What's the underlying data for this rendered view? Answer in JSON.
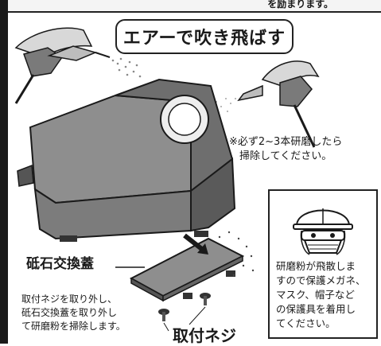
{
  "header": {
    "partial_text": "を励まります。"
  },
  "speech_bubble": {
    "text": "エアーで吹き飛ばす"
  },
  "note_right": {
    "line1": "※必ず2~3本研磨したら",
    "line2": "掃除してください。"
  },
  "label_grindstone_cover": "砥石交換蓋",
  "bottom_instruction": {
    "line1": "取付ネジを取り外し、",
    "line2": "砥石交換蓋を取り外し",
    "line3": "て研磨粉を掃除します。"
  },
  "label_mounting_screw": "取付ネジ",
  "safety_note": {
    "line1": "研磨粉が飛散しま",
    "line2": "すので保護メガネ、",
    "line3": "マスク、帽子など",
    "line4": "の保護具を着用し",
    "line5": "てください。"
  },
  "icons": [
    "air-gun-icon",
    "grinder-machine-icon",
    "helmet-worker-icon",
    "screw-icon",
    "arrow-icon"
  ],
  "colors": {
    "machine_body": "#8a8a8a",
    "machine_dark": "#5a5a5a",
    "outline": "#1a1a1a"
  }
}
